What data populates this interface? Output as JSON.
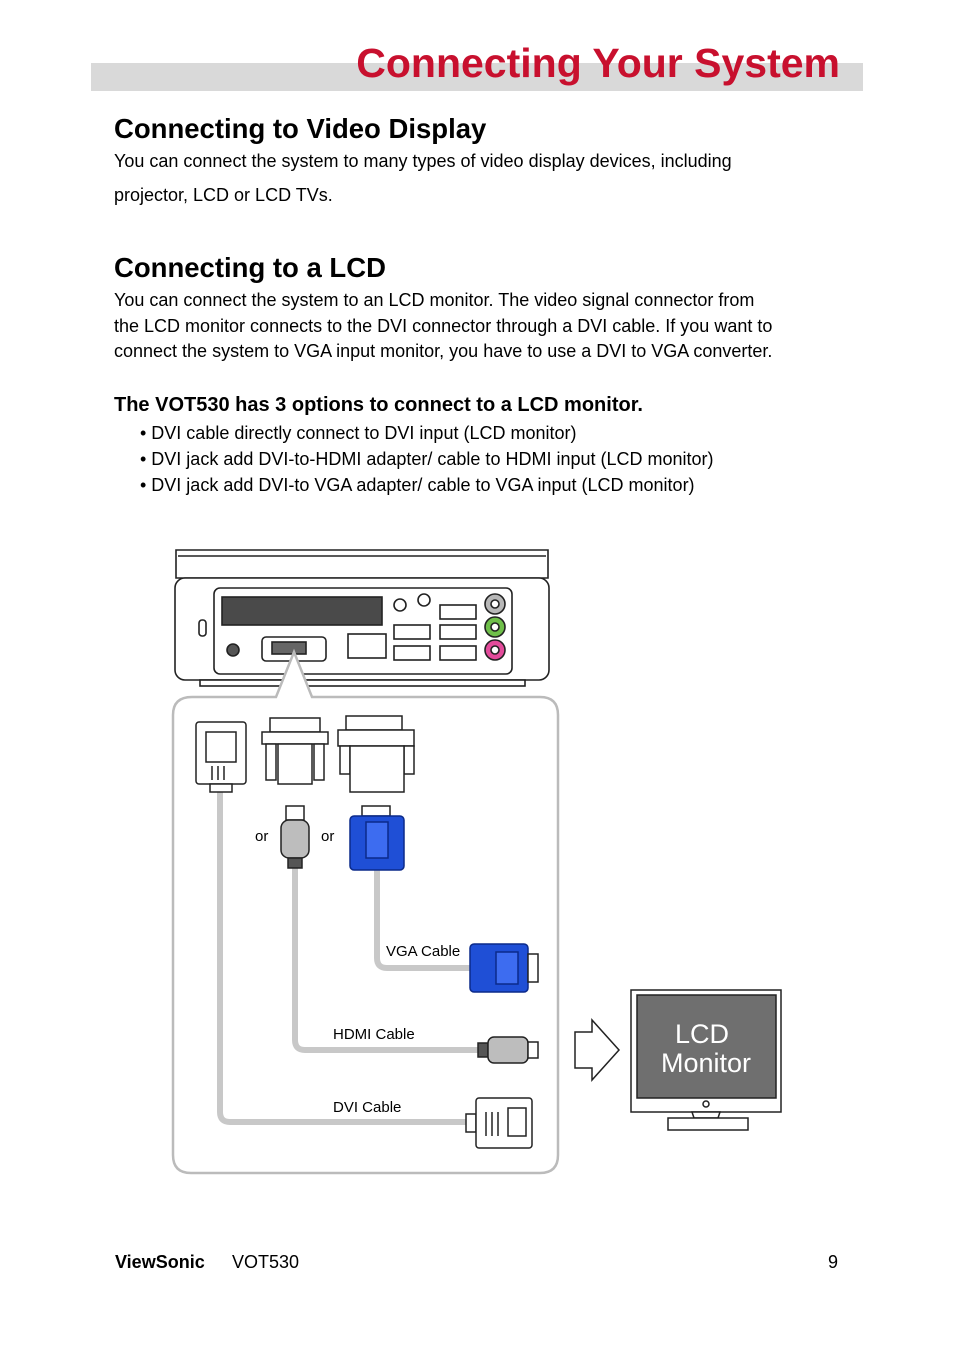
{
  "header": {
    "title": "Connecting Your System"
  },
  "section_video": {
    "heading": "Connecting to Video Display",
    "lines": [
      "You can connect the system to many types of video display devices, including",
      "projector, LCD or LCD TVs."
    ]
  },
  "section_lcd": {
    "heading": "Connecting to a LCD",
    "lines": [
      "You can connect the system to an LCD monitor. The video signal connector from",
      "the LCD monitor connects to the DVI connector through a DVI cable. If you want to",
      "connect the system to VGA input monitor, you have to use a DVI to VGA converter."
    ]
  },
  "options": {
    "heading": "The VOT530 has 3 options to connect to a LCD monitor.",
    "items": [
      "• DVI cable directly connect to DVI input (LCD monitor)",
      "• DVI jack add DVI-to-HDMI adapter/ cable to HDMI input (LCD monitor)",
      "• DVI jack add DVI-to VGA adapter/ cable to VGA input (LCD monitor)"
    ]
  },
  "diagram": {
    "or_1": "or",
    "or_2": "or",
    "vga_cable": "VGA Cable",
    "hdmi_cable": "HDMI Cable",
    "dvi_cable": "DVI Cable",
    "monitor_line1": "LCD",
    "monitor_line2": "Monitor",
    "colors": {
      "vga_blue": "#1f4fd6",
      "cable_gray": "#c8c8c8",
      "screen_gray": "#6f6f6f"
    }
  },
  "footer": {
    "brand": "ViewSonic",
    "model": "VOT530",
    "page": "9"
  }
}
